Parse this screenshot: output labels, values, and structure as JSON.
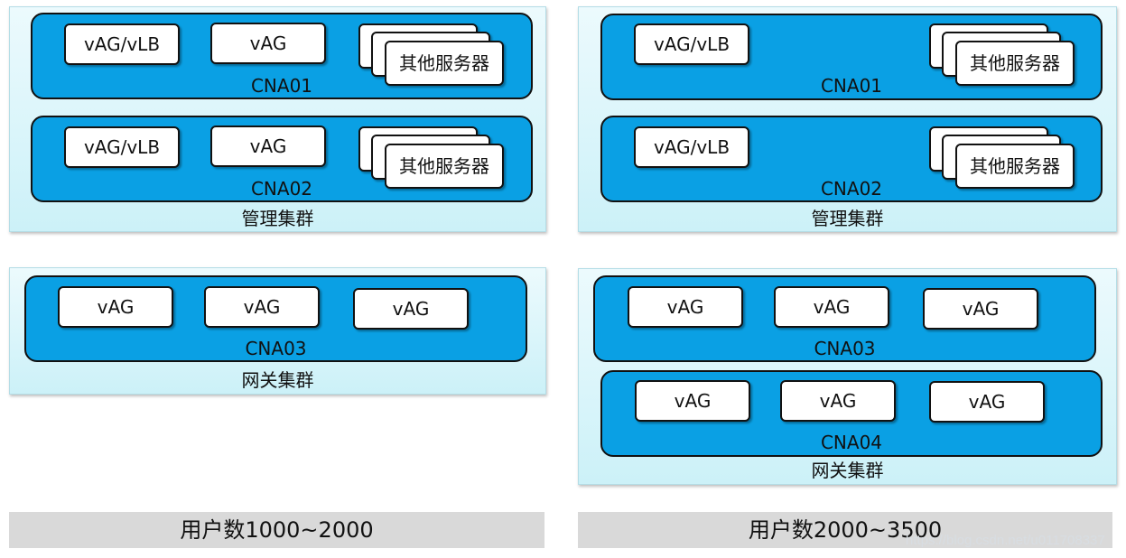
{
  "left": {
    "management_cluster": {
      "label": "管理集群",
      "nodes": [
        {
          "name": "CNA01",
          "items": [
            "vAG/vLB",
            "vAG"
          ],
          "other": "其他服务器"
        },
        {
          "name": "CNA02",
          "items": [
            "vAG/vLB",
            "vAG"
          ],
          "other": "其他服务器"
        }
      ]
    },
    "gateway_cluster": {
      "label": "网关集群",
      "nodes": [
        {
          "name": "CNA03",
          "items": [
            "vAG",
            "vAG",
            "vAG"
          ]
        }
      ]
    },
    "footer": "用户数1000~2000"
  },
  "right": {
    "management_cluster": {
      "label": "管理集群",
      "nodes": [
        {
          "name": "CNA01",
          "items": [
            "vAG/vLB"
          ],
          "other": "其他服务器"
        },
        {
          "name": "CNA02",
          "items": [
            "vAG/vLB"
          ],
          "other": "其他服务器"
        }
      ]
    },
    "gateway_cluster": {
      "label": "网关集群",
      "nodes": [
        {
          "name": "CNA03",
          "items": [
            "vAG",
            "vAG",
            "vAG"
          ]
        },
        {
          "name": "CNA04",
          "items": [
            "vAG",
            "vAG",
            "vAG"
          ]
        }
      ]
    },
    "footer": "用户数2000~3500"
  },
  "watermark": "https://blog.csdn.net/u011708337",
  "colors": {
    "cna_fill": "#0aa0e4",
    "cluster_fill": "#d8f4fa",
    "footer_fill": "#d9d9d9"
  }
}
